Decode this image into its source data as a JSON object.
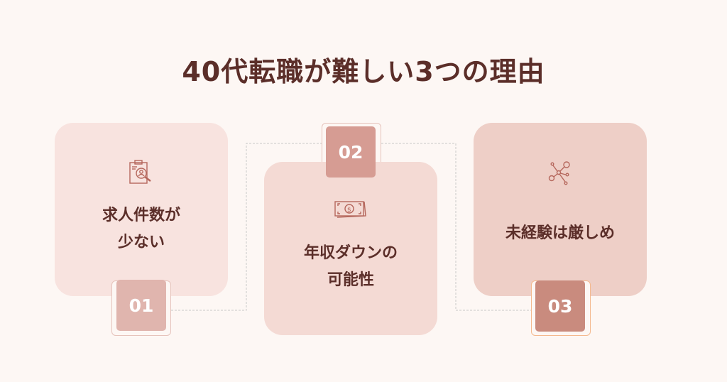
{
  "title": "40代転職が難しい3つの理由",
  "items": [
    {
      "number": "01",
      "label_lines": [
        "求人件数が",
        "少ない"
      ],
      "icon": "clipboard-search-icon",
      "card_color": "#f8e3df",
      "badge_color": "#e0b5ae"
    },
    {
      "number": "02",
      "label_lines": [
        "年収ダウンの",
        "可能性"
      ],
      "icon": "money-bill-icon",
      "card_color": "#f4dad4",
      "badge_color": "#d69c93"
    },
    {
      "number": "03",
      "label_lines": [
        "未経験は厳しめ"
      ],
      "icon": "network-nodes-icon",
      "card_color": "#eecfc7",
      "badge_color": "#c98b7e"
    }
  ],
  "colors": {
    "text": "#5b2e29",
    "icon": "#b5675c",
    "background": "#fdf7f4"
  }
}
